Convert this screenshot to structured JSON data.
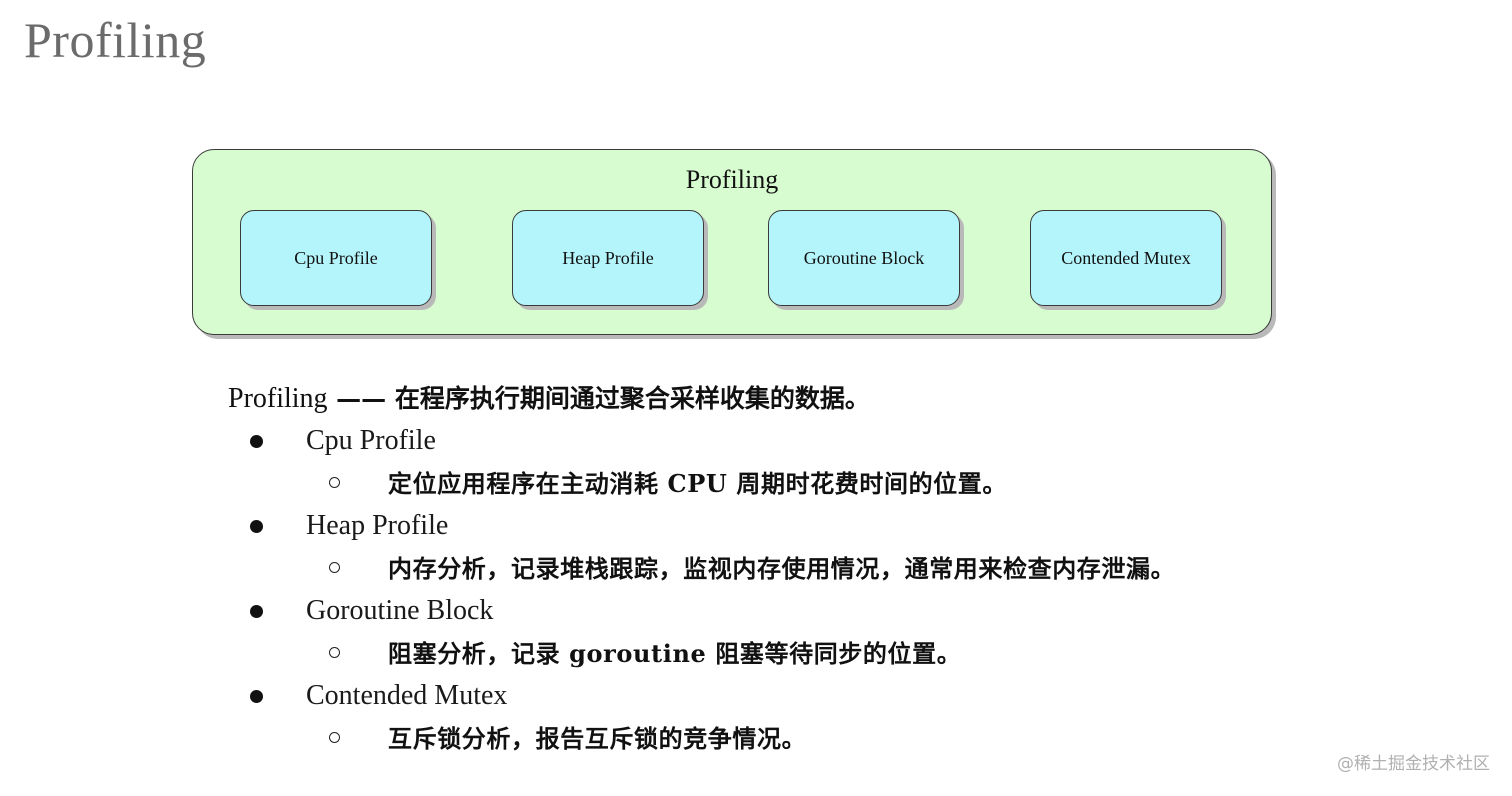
{
  "page": {
    "title": "Profiling"
  },
  "diagram": {
    "title": "Profiling",
    "boxes": [
      {
        "label": "Cpu Profile"
      },
      {
        "label": "Heap Profile"
      },
      {
        "label": "Goroutine Block"
      },
      {
        "label": "Contended Mutex"
      }
    ],
    "colors": {
      "outer_fill": "#d7fccf",
      "box_fill": "#b4f4fb"
    }
  },
  "content": {
    "intro_term": "Profiling",
    "intro_text": "—— 在程序执行期间通过聚合采样收集的数据。",
    "items": [
      {
        "label": "Cpu Profile",
        "detail": "定位应用程序在主动消耗 CPU 周期时花费时间的位置。"
      },
      {
        "label": "Heap Profile",
        "detail": "内存分析，记录堆栈跟踪，监视内存使用情况，通常用来检查内存泄漏。"
      },
      {
        "label": "Goroutine Block",
        "detail": "阻塞分析，记录 goroutine 阻塞等待同步的位置。"
      },
      {
        "label": "Contended Mutex",
        "detail": "互斥锁分析，报告互斥锁的竞争情况。"
      }
    ]
  },
  "watermark": "@稀土掘金技术社区"
}
